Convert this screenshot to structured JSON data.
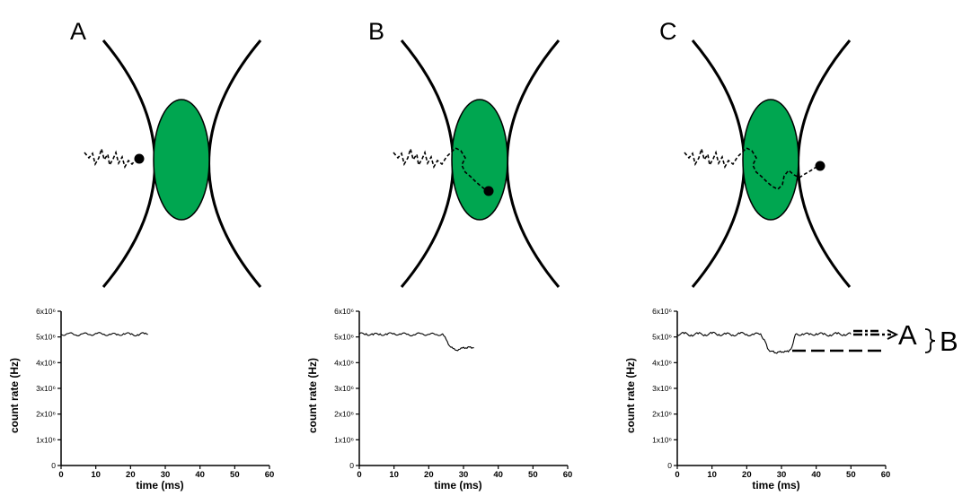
{
  "panels": [
    {
      "label": "A"
    },
    {
      "label": "B"
    },
    {
      "label": "C"
    }
  ],
  "colors": {
    "focal_volume": "#00a650",
    "lines": "#000000",
    "background": "#ffffff"
  },
  "annotation": {
    "upper_level_label": "A",
    "lower_level_label": "B"
  },
  "chart_data": [
    {
      "type": "line",
      "panel": "A",
      "xlabel": "time (ms)",
      "ylabel": "count rate (Hz)",
      "xlim": [
        0,
        60
      ],
      "ylim": [
        0,
        6000000
      ],
      "xticks": [
        "0",
        "10",
        "20",
        "30",
        "40",
        "50",
        "60"
      ],
      "yticks": [
        "0",
        "1x10⁶",
        "2x10⁶",
        "3x10⁶",
        "4x10⁶",
        "5x10⁶",
        "6x10⁶"
      ],
      "x": [
        0,
        2,
        4,
        6,
        8,
        10,
        12,
        14,
        16,
        18,
        20,
        22,
        24,
        25
      ],
      "y": [
        5100000,
        5130000,
        5080000,
        5120000,
        5090000,
        5140000,
        5100000,
        5110000,
        5080000,
        5130000,
        5100000,
        5090000,
        5120000,
        5100000
      ]
    },
    {
      "type": "line",
      "panel": "B",
      "xlabel": "time (ms)",
      "ylabel": "count rate (Hz)",
      "xlim": [
        0,
        60
      ],
      "ylim": [
        0,
        6000000
      ],
      "xticks": [
        "0",
        "10",
        "20",
        "30",
        "40",
        "50",
        "60"
      ],
      "yticks": [
        "0",
        "1x10⁶",
        "2x10⁶",
        "3x10⁶",
        "4x10⁶",
        "5x10⁶",
        "6x10⁶"
      ],
      "x": [
        0,
        2,
        4,
        6,
        8,
        10,
        12,
        14,
        16,
        18,
        20,
        22,
        24,
        25,
        26,
        27,
        28,
        29,
        30,
        31,
        32,
        33
      ],
      "y": [
        5100000,
        5130000,
        5080000,
        5120000,
        5090000,
        5140000,
        5100000,
        5110000,
        5080000,
        5130000,
        5100000,
        5090000,
        5120000,
        4900000,
        4650000,
        4550000,
        4480000,
        4520000,
        4600000,
        4560000,
        4620000,
        4580000
      ]
    },
    {
      "type": "line",
      "panel": "C",
      "xlabel": "time (ms)",
      "ylabel": "count rate (Hz)",
      "xlim": [
        0,
        60
      ],
      "ylim": [
        0,
        6000000
      ],
      "xticks": [
        "0",
        "10",
        "20",
        "30",
        "40",
        "50",
        "60"
      ],
      "yticks": [
        "0",
        "1x10⁶",
        "2x10⁶",
        "3x10⁶",
        "4x10⁶",
        "5x10⁶",
        "6x10⁶"
      ],
      "x": [
        0,
        2,
        4,
        6,
        8,
        10,
        12,
        14,
        16,
        18,
        20,
        22,
        24,
        25,
        26,
        27,
        28,
        29,
        30,
        31,
        32,
        33,
        34,
        36,
        38,
        40,
        42,
        44,
        46,
        48,
        50
      ],
      "y": [
        5100000,
        5130000,
        5080000,
        5120000,
        5090000,
        5140000,
        5100000,
        5110000,
        5080000,
        5130000,
        5100000,
        5090000,
        5120000,
        4900000,
        4550000,
        4450000,
        4380000,
        4420000,
        4400000,
        4450000,
        4420000,
        4600000,
        5100000,
        5120000,
        5090000,
        5130000,
        5100000,
        5080000,
        5120000,
        5100000,
        5110000
      ]
    }
  ]
}
